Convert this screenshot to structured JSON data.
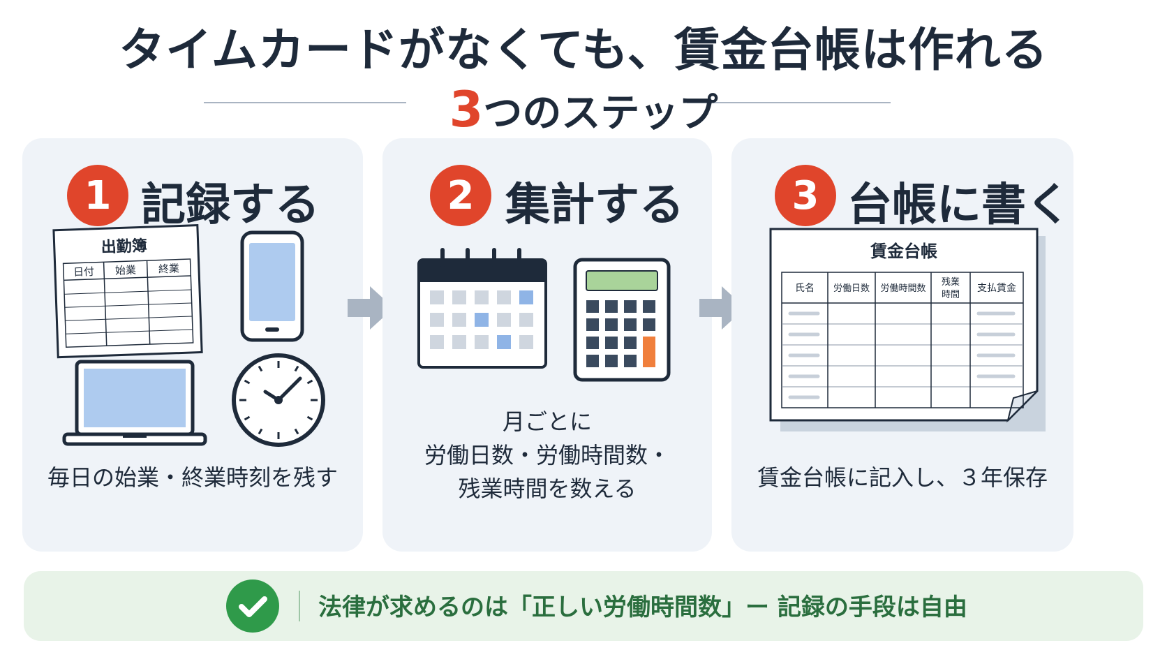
{
  "title": "タイムカードがなくても、賃金台帳は作れる",
  "subtitle": {
    "number": "3",
    "text": "つのステップ"
  },
  "steps": [
    {
      "number": "1",
      "title": "記録する",
      "sheet_title": "出勤簿",
      "sheet_columns": [
        "日付",
        "始業",
        "終業"
      ],
      "description": "毎日の始業・終業時刻を残す"
    },
    {
      "number": "2",
      "title": "集計する",
      "description_lines": [
        "月ごとに",
        "労働日数・労働時間数・",
        "残業時間を数える"
      ]
    },
    {
      "number": "3",
      "title": "台帳に書く",
      "ledger_title": "賃金台帳",
      "ledger_columns": [
        "氏名",
        "労働日数",
        "労働時間数",
        "残業",
        "時間",
        "支払賃金"
      ],
      "description": "賃金台帳に記入し、３年保存"
    }
  ],
  "footer": {
    "text": "法律が求めるのは「正しい労働時間数」ー 記録の手段は自由"
  },
  "colors": {
    "accent": "#e0452b",
    "card_bg": "#eff3f8",
    "footer_bg": "#e8f3e8",
    "footer_text": "#2a6e3e",
    "check": "#2f9a4a",
    "calc_orange": "#f07f3c"
  },
  "icons": [
    "sheet-icon",
    "smartphone-icon",
    "laptop-icon",
    "clock-icon",
    "calendar-icon",
    "calculator-icon",
    "ledger-icon",
    "arrow-right-icon",
    "checkmark-icon"
  ]
}
